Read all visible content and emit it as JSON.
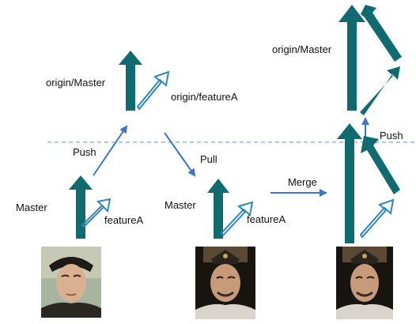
{
  "labels": {
    "push_left": "Push",
    "pull": "Pull",
    "merge": "Merge",
    "push_right": "Push",
    "origin_master_mid": "origin/Master",
    "origin_featureA_mid": "origin/featureA",
    "origin_master_right": "origin/Master",
    "master_left": "Master",
    "featureA_left": "featureA",
    "master_mid": "Master",
    "featureA_mid": "featureA"
  },
  "colors": {
    "master_arrow": "#0f6b6f",
    "feature_outline": "#2b86c2",
    "flow_arrow": "#3d76c8",
    "dashed_line": "#5b8fd0"
  },
  "icons": {
    "master": "thick-up-arrow-filled",
    "feature": "diagonal-up-right-arrow-outline",
    "flow": "thin-arrow"
  }
}
